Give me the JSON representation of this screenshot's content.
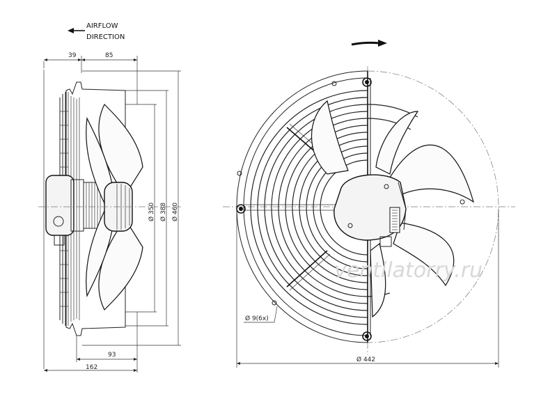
{
  "airflow": {
    "line1": "AIRFLOW",
    "line2": "DIRECTION"
  },
  "side_view": {
    "dim_top_left": "39",
    "dim_top_right": "85",
    "dim_d350": "Ø 350",
    "dim_d388": "Ø 388",
    "dim_d460": "Ø 460",
    "dim_93": "93",
    "dim_162": "162"
  },
  "front_view": {
    "dim_holes": "Ø 9(6x)",
    "dim_d442": "Ø 442"
  },
  "watermark": "ventilatorry.ru",
  "colors": {
    "line": "#111111",
    "watermark": "#d8d8d8",
    "background": "#ffffff"
  }
}
